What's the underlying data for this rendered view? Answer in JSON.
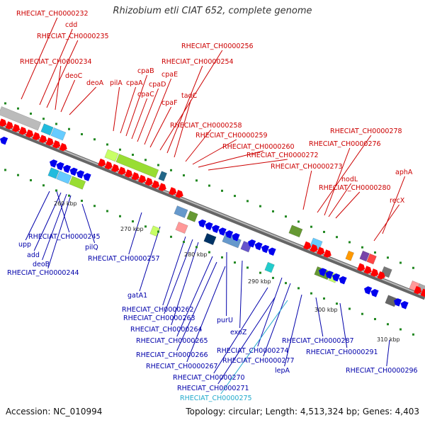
{
  "title": "Rhizobium etli CIAT 652, complete genome",
  "footer": {
    "accession": "Accession: NC_010994",
    "summary": "Topology: circular; Length: 4,513,324 bp; Genes: 4,403"
  },
  "colors": {
    "forward_label": "#cc0000",
    "reverse_label": "#0000aa",
    "highlight_label": "#22aacc",
    "forward_arrow": "#ff0000",
    "reverse_arrow": "#0000ee",
    "backbone": "#888888",
    "tick": "#228822"
  },
  "scale": {
    "ticks": [
      "260 kbp",
      "270 kbp",
      "280 kbp",
      "290 kbp",
      "300 kbp",
      "310 kbp"
    ]
  },
  "labels_forward": [
    "RHECIAT_CH0000232",
    "cdd",
    "RHECIAT_CH0000235",
    "RHECIAT_CH0000234",
    "deoC",
    "deoA",
    "pilA",
    "cpaA",
    "cpaB",
    "cpaC",
    "cpaD",
    "cpaE",
    "cpaF",
    "RHECIAT_CH0000256",
    "RHECIAT_CH0000254",
    "tadC",
    "RHECIAT_CH0000258",
    "RHECIAT_CH0000259",
    "RHECIAT_CH0000260",
    "RHECIAT_CH0000272",
    "RHECIAT_CH0000273",
    "RHECIAT_CH0000278",
    "RHECIAT_CH0000276",
    "nodL",
    "RHECIAT_CH0000280",
    "aphA",
    "recX"
  ],
  "labels_reverse": [
    "upp",
    "RHECIAT_CH0000245",
    "add",
    "deoB",
    "RHECIAT_CH0000244",
    "pilQ",
    "RHECIAT_CH0000257",
    "gatA1",
    "RHECIAT_CH0000262",
    "RHECIAT_CH0000263",
    "RHECIAT_CH0000264",
    "purU",
    "RHECIAT_CH0000265",
    "exoZ",
    "RHECIAT_CH0000266",
    "RHECIAT_CH0000267",
    "RHECIAT_CH0000274",
    "RHECIAT_CH0000277",
    "RHECIAT_CH0000270",
    "lepA",
    "RHECIAT_CH0000271",
    "RHECIAT_CH0000275",
    "RHECIAT_CH0000287",
    "RHECIAT_CH0000291",
    "RHECIAT_CH0000296"
  ]
}
